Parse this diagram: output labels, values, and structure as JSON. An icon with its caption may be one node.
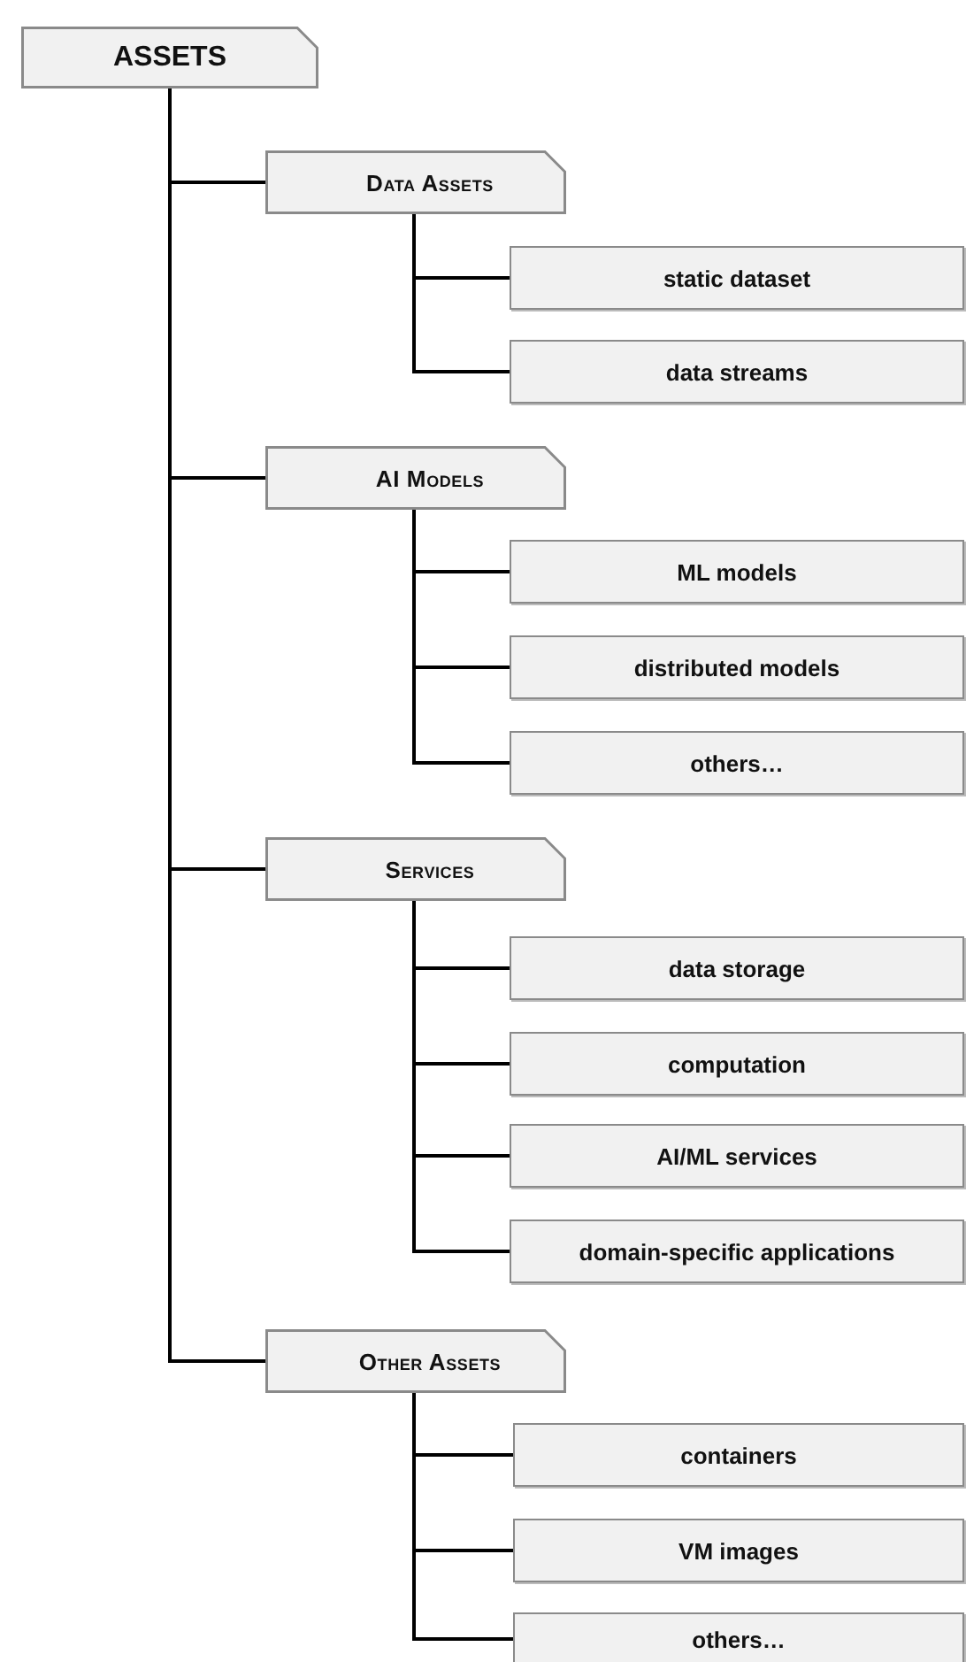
{
  "diagram": {
    "nodes": [
      {
        "text": [
          "ASSETS"
        ]
      },
      {
        "text": [
          "Data Assets"
        ]
      },
      {
        "text": [
          "static dataset"
        ]
      },
      {
        "text": [
          "data streams"
        ]
      },
      {
        "text": [
          "AI Models"
        ]
      },
      {
        "text": [
          "ML models"
        ]
      },
      {
        "text": [
          "distributed models"
        ]
      },
      {
        "text": [
          "others…"
        ]
      },
      {
        "text": [
          "Services"
        ]
      },
      {
        "text": [
          "data storage"
        ]
      },
      {
        "text": [
          "computation"
        ]
      },
      {
        "text": [
          "AI/ML services"
        ]
      },
      {
        "text": [
          "domain-specific applications"
        ]
      },
      {
        "text": [
          "Other Assets"
        ]
      },
      {
        "text": [
          "containers"
        ]
      },
      {
        "text": [
          "VM images"
        ]
      },
      {
        "text": [
          "others…"
        ]
      }
    ],
    "edges": [
      {
        "from": 0,
        "to": 1,
        "arrow": "none"
      },
      {
        "from": 1,
        "to": 2,
        "arrow": "none"
      },
      {
        "from": 1,
        "to": 3,
        "arrow": "none"
      },
      {
        "from": 0,
        "to": 4,
        "arrow": "none"
      },
      {
        "from": 4,
        "to": 5,
        "arrow": "none"
      },
      {
        "from": 4,
        "to": 6,
        "arrow": "none"
      },
      {
        "from": 4,
        "to": 7,
        "arrow": "none"
      },
      {
        "from": 0,
        "to": 8,
        "arrow": "none"
      },
      {
        "from": 8,
        "to": 9,
        "arrow": "none"
      },
      {
        "from": 8,
        "to": 10,
        "arrow": "none"
      },
      {
        "from": 8,
        "to": 11,
        "arrow": "none"
      },
      {
        "from": 8,
        "to": 12,
        "arrow": "none"
      },
      {
        "from": 0,
        "to": 13,
        "arrow": "none"
      },
      {
        "from": 13,
        "to": 14,
        "arrow": "none"
      },
      {
        "from": 13,
        "to": 15,
        "arrow": "none"
      },
      {
        "from": 13,
        "to": 16,
        "arrow": "none"
      }
    ]
  }
}
